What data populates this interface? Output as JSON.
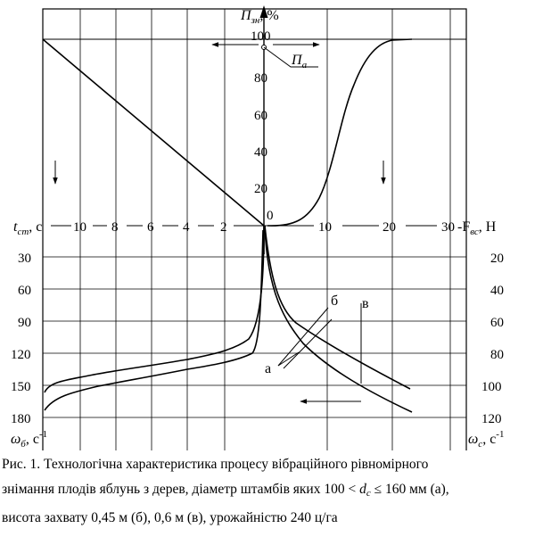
{
  "figure": {
    "top_axis": {
      "label_main": "П",
      "label_sub": "зн",
      "label_suffix": ", %",
      "ticks": [
        "100",
        "80",
        "60",
        "40",
        "20"
      ]
    },
    "middle_axis": {
      "left_label_main": "t",
      "left_label_sub": "ст",
      "left_label_suffix": ", с",
      "left_ticks": [
        "10",
        "8",
        "6",
        "4",
        "2"
      ],
      "origin": "0",
      "right_ticks": [
        "10",
        "20",
        "30"
      ],
      "right_label": "-F",
      "right_label_sub": "вс",
      "right_label_suffix": ", Н"
    },
    "bottom_left_axis": {
      "ticks": [
        "30",
        "60",
        "90",
        "120",
        "150",
        "180"
      ],
      "label_main": "ω",
      "label_sub": "б",
      "label_suffix": ", с",
      "label_sup": "-1"
    },
    "bottom_right_axis": {
      "ticks": [
        "20",
        "40",
        "60",
        "80",
        "100",
        "120"
      ],
      "label_main": "ω",
      "label_sub": "c",
      "label_suffix": ", с",
      "label_sup": "-1"
    },
    "annotations": {
      "pa_main": "П",
      "pa_sub": "a",
      "label_a": "а",
      "label_b": "б",
      "label_v": "в"
    }
  },
  "caption": {
    "line1": "Рис. 1. Технологічна характеристика процесу вібраційного рівномірного",
    "line2_pre": "знімання плодів яблунь з дерев, діаметр штамбів яких 100 < ",
    "line2_var": "d",
    "line2_sub": "c",
    "line2_post": " ≤ 160 мм (а),",
    "line3": "висота захвату 0,45 м (б), 0,6 м (в), урожайністю 240 ц/га"
  }
}
